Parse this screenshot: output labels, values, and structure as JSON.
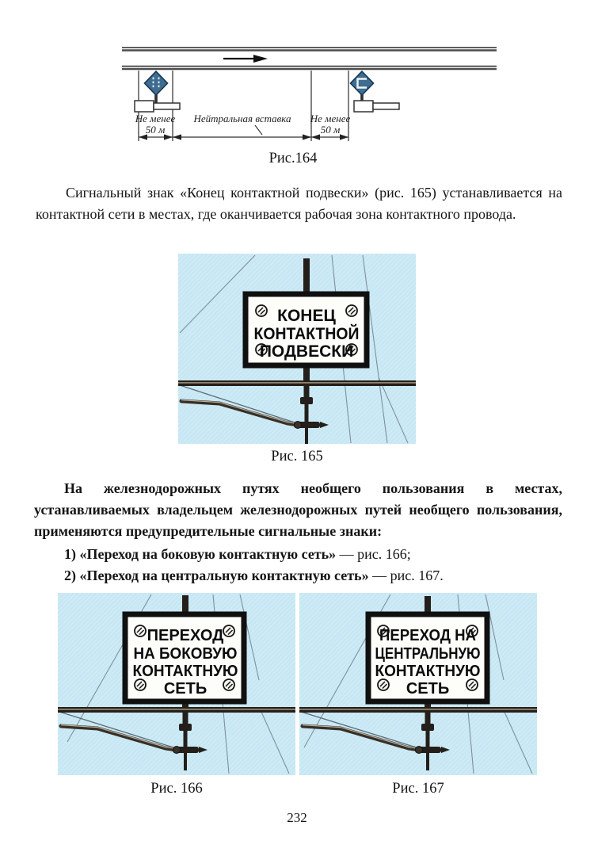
{
  "diagram164": {
    "caption": "Рис.164",
    "left_min_line1": "Не менее",
    "left_min_line2": "50 м",
    "middle_label": "Нейтральная вставка",
    "right_min_line1": "Не менее",
    "right_min_line2": "50 м"
  },
  "paragraph_konec": {
    "text": "Сигнальный знак «Конец контактной подвески» (рис. 165) устанавливается на контактной сети в местах, где оканчивается рабочая зона контактного провода."
  },
  "fig165": {
    "caption": "Рис. 165",
    "sign_lines": [
      "КОНЕЦ",
      "КОНТАКТНОЙ",
      "ПОДВЕСКИ"
    ]
  },
  "paragraph_nonpublic": {
    "text": "На железнодорожных путях необщего пользования в местах, устанавливаемых владельцем железнодорожных путей необщего пользования, применяются предупредительные сигнальные знаки:"
  },
  "list": {
    "item1_bold": "1) «Переход на боковую контактную сеть»",
    "item1_tail": " — рис. 166;",
    "item2_bold": "2) «Переход на центральную контактную сеть»",
    "item2_tail": " — рис. 167."
  },
  "fig166": {
    "caption": "Рис. 166",
    "sign_lines": [
      "ПЕРЕХОД",
      "НА БОКОВУЮ",
      "КОНТАКТНУЮ",
      "СЕТЬ"
    ]
  },
  "fig167": {
    "caption": "Рис. 167",
    "sign_lines": [
      "ПЕРЕХОД НА",
      "ЦЕНТРАЛЬНУЮ",
      "КОНТАКТНУЮ",
      "СЕТЬ"
    ]
  },
  "page": {
    "number": "232"
  },
  "colors": {
    "photo_bg": "#c6e7f4",
    "photo_hatch": "#d9eef7",
    "sign_diamond_blue": "#3e6d90",
    "metal_dark": "#241f1a",
    "wire_thin": "#7e919d"
  }
}
